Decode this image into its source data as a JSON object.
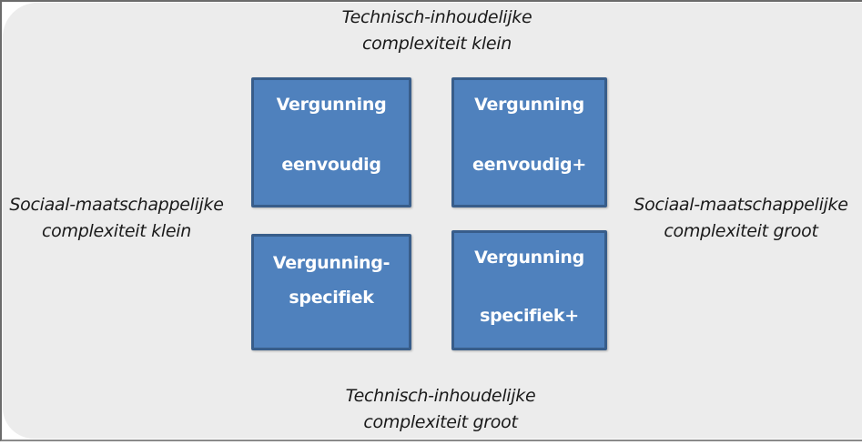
{
  "axes": {
    "top": {
      "line1": "Technisch-inhoudelijke",
      "line2": "complexiteit klein"
    },
    "bottom": {
      "line1": "Technisch-inhoudelijke",
      "line2": "complexiteit groot"
    },
    "left": {
      "line1": "Sociaal-maatschappelijke",
      "line2": "complexiteit klein"
    },
    "right": {
      "line1": "Sociaal-maatschappelijke",
      "line2": "complexiteit groot"
    }
  },
  "quadrants": [
    {
      "id": "top-left",
      "line1": "Vergunning",
      "line2": "eenvoudig"
    },
    {
      "id": "top-right",
      "line1": "Vergunning",
      "line2": "eenvoudig+"
    },
    {
      "id": "bottom-left",
      "line1": "Vergunning-",
      "line2": "specifiek"
    },
    {
      "id": "bottom-right",
      "line1": "Vergunning",
      "line2": "specifiek+"
    }
  ],
  "colors": {
    "box_fill": "#4f81bd",
    "box_border": "#385d8a",
    "background": "#ececec"
  }
}
